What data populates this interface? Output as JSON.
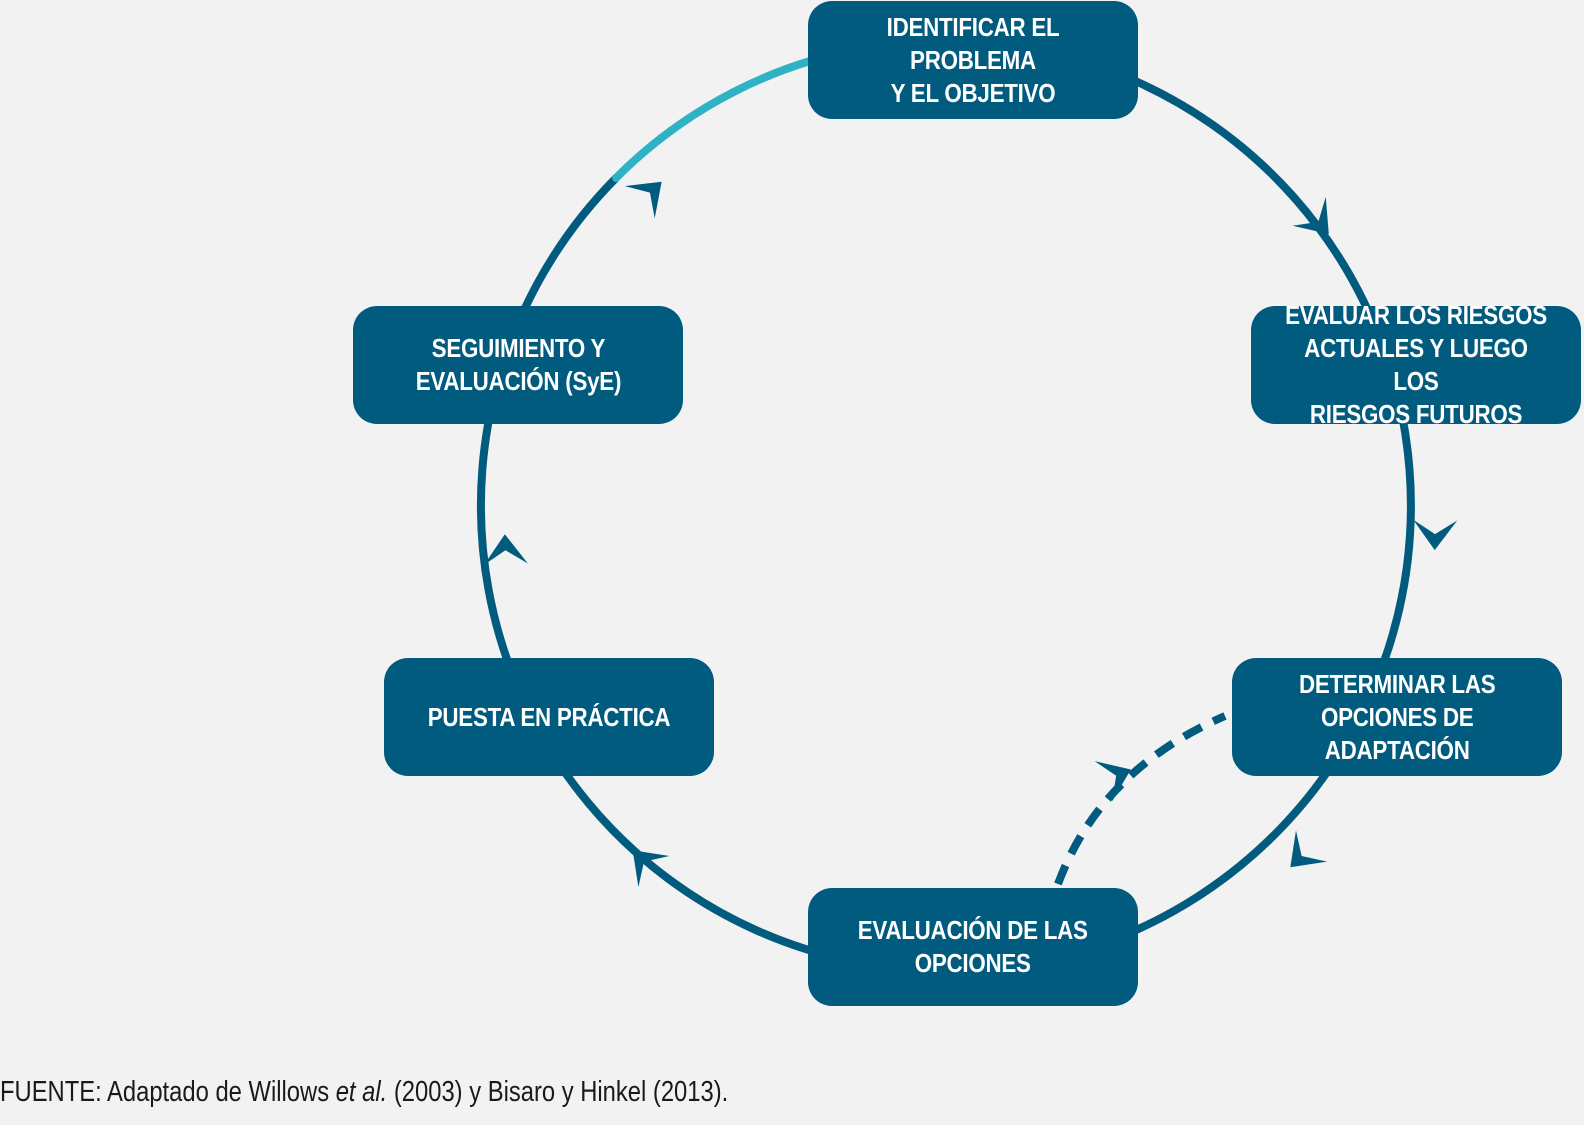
{
  "colors": {
    "box_fill": "#015b7e",
    "cycle_line": "#015b7e",
    "return_segment": "#2fb3c4",
    "background": "#f2f2f2"
  },
  "steps": [
    {
      "id": "identify",
      "label": "IDENTIFICAR EL PROBLEMA\nY EL OBJETIVO"
    },
    {
      "id": "assess",
      "label": "EVALUAR LOS RIESGOS\nACTUALES Y LUEGO LOS\nRIESGOS FUTUROS"
    },
    {
      "id": "determine",
      "label": "DETERMINAR LAS\nOPCIONES DE\nADAPTACIÓN"
    },
    {
      "id": "evaluate",
      "label": "EVALUACIÓN DE LAS\nOPCIONES"
    },
    {
      "id": "implement",
      "label": "PUESTA EN PRÁCTICA"
    },
    {
      "id": "monitor",
      "label": "SEGUIMIENTO Y\nEVALUACIÓN (SyE)"
    }
  ],
  "source": {
    "prefix": "FUENTE: Adaptado de Willows ",
    "italic": "et al.",
    "suffix": " (2003) y Bisaro y Hinkel (2013)."
  }
}
